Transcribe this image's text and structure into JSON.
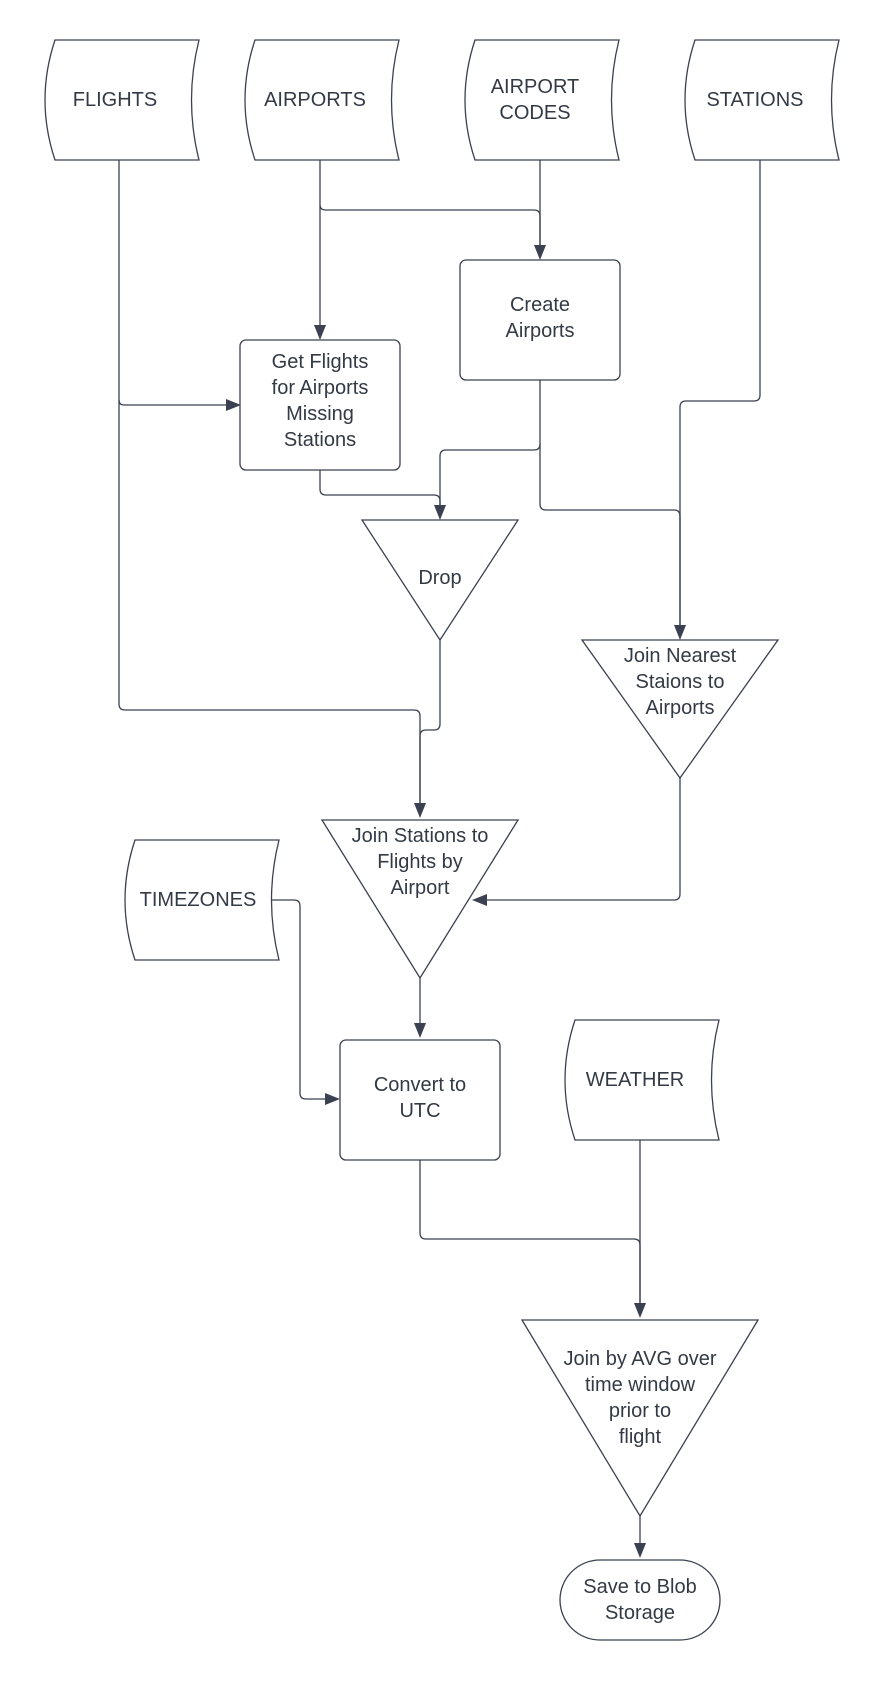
{
  "nodes": {
    "flights": "FLIGHTS",
    "airports": "AIRPORTS",
    "airport_codes": "AIRPORT\nCODES",
    "stations": "STATIONS",
    "create_airports": "Create\nAirports",
    "get_flights": "Get Flights\nfor Airports\nMissing\nStations",
    "drop": "Drop",
    "join_nearest": "Join Nearest\nStaions to\nAirports",
    "join_stations": "Join Stations to\nFlights by\nAirport",
    "timezones": "TIMEZONES",
    "convert_utc": "Convert to\nUTC",
    "weather": "WEATHER",
    "join_avg": "Join by AVG over\ntime window\nprior to\nflight",
    "save_blob": "Save to Blob\nStorage"
  },
  "colors": {
    "stroke": "#3b4150",
    "text": "#333a45",
    "fill": "#ffffff"
  }
}
